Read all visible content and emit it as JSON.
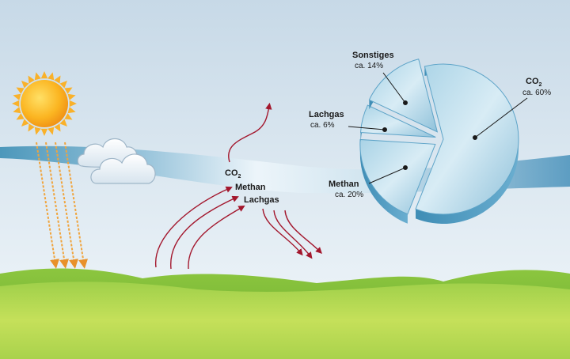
{
  "colors": {
    "sky_top": "#c9dbe8",
    "sky_bottom": "#eef4f8",
    "grass_light": "#b6d94a",
    "grass_dark": "#6fae2e",
    "sun": "#f7a21b",
    "arrow_red": "#a3172d",
    "ray_orange": "#f2a33a",
    "pie_blue": "#8cc3dc"
  },
  "legend": {
    "co2": "CO",
    "co2_sub": "2",
    "methan": "Methan",
    "lachgas": "Lachgas"
  },
  "chart_data": {
    "type": "pie",
    "title": "",
    "slices": [
      {
        "name": "CO",
        "sub": "2",
        "share_text": "ca. 60%",
        "value": 60,
        "exploded": false
      },
      {
        "name": "Methan",
        "sub": "",
        "share_text": "ca. 20%",
        "value": 20,
        "exploded": true
      },
      {
        "name": "Lachgas",
        "sub": "",
        "share_text": "ca. 6%",
        "value": 6,
        "exploded": true
      },
      {
        "name": "Sonstiges",
        "sub": "",
        "share_text": "ca. 14%",
        "value": 14,
        "exploded": true
      }
    ]
  }
}
